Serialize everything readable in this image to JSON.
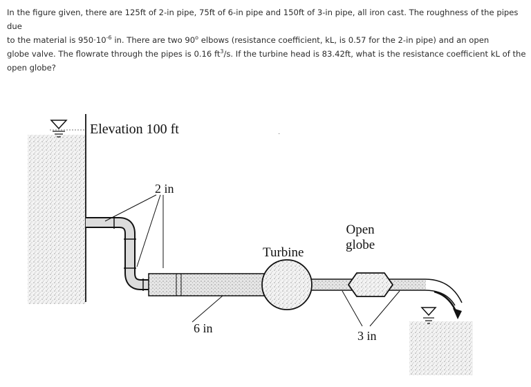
{
  "question": {
    "line1": "In the figure given, there are 125ft of 2-in pipe, 75ft of 6-in pipe and 150ft of 3-in pipe, all iron cast. The roughness of the pipes due",
    "line2a": "to the material is 950·10",
    "line2_exp1": "-6",
    "line2b": "in. There are two 90",
    "line2_exp2": "o",
    "line2c": "elbows (resistance coefficient, kL, is 0.57 for the 2-in pipe) and an open",
    "line3a": "globe valve. The flowrate through the pipes is 0.16 ft",
    "line3_exp": "3",
    "line3b": "/s. If the turbine head is 83.42ft, what is the resistance coefficient kL of the",
    "line4": "open globe?"
  },
  "figure": {
    "elevation_label": "Elevation 100 ft",
    "pipe_2in_label": "2 in",
    "turbine_label": "Turbine",
    "globe_label_line1": "Open",
    "globe_label_line2": "globe",
    "pipe_6in_label": "6 in",
    "pipe_3in_label": "3 in"
  },
  "colors": {
    "ink": "#111111",
    "speckle": "#bdbdbd",
    "pipe_fill": "#d9d9d9"
  }
}
